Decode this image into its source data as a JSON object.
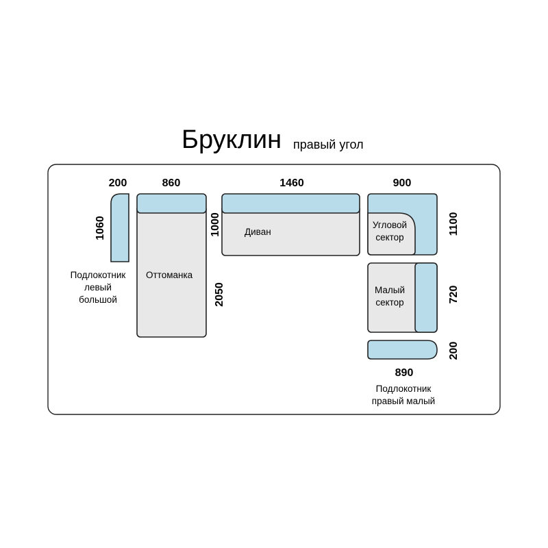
{
  "title": {
    "main": "Бруклин",
    "sub": "правый угол"
  },
  "colors": {
    "backrest": "#b9dcea",
    "seat": "#e8e8e8",
    "outline": "#222222"
  },
  "modules": {
    "left_armrest": {
      "label_lines": [
        "Подлокотник",
        "левый",
        "большой"
      ],
      "width": "200",
      "depth": "1060"
    },
    "ottoman": {
      "label": "Оттоманка",
      "width": "860",
      "length": "2050"
    },
    "sofa": {
      "label": "Диван",
      "width": "1460",
      "depth": "1000"
    },
    "corner_sector": {
      "label_lines": [
        "Угловой",
        "сектор"
      ],
      "width": "900",
      "depth": "1100"
    },
    "small_sector": {
      "label_lines": [
        "Малый",
        "сектор"
      ],
      "depth": "720"
    },
    "right_armrest": {
      "label_lines": [
        "Подлокотник",
        "правый малый"
      ],
      "width": "890",
      "depth": "200"
    }
  }
}
